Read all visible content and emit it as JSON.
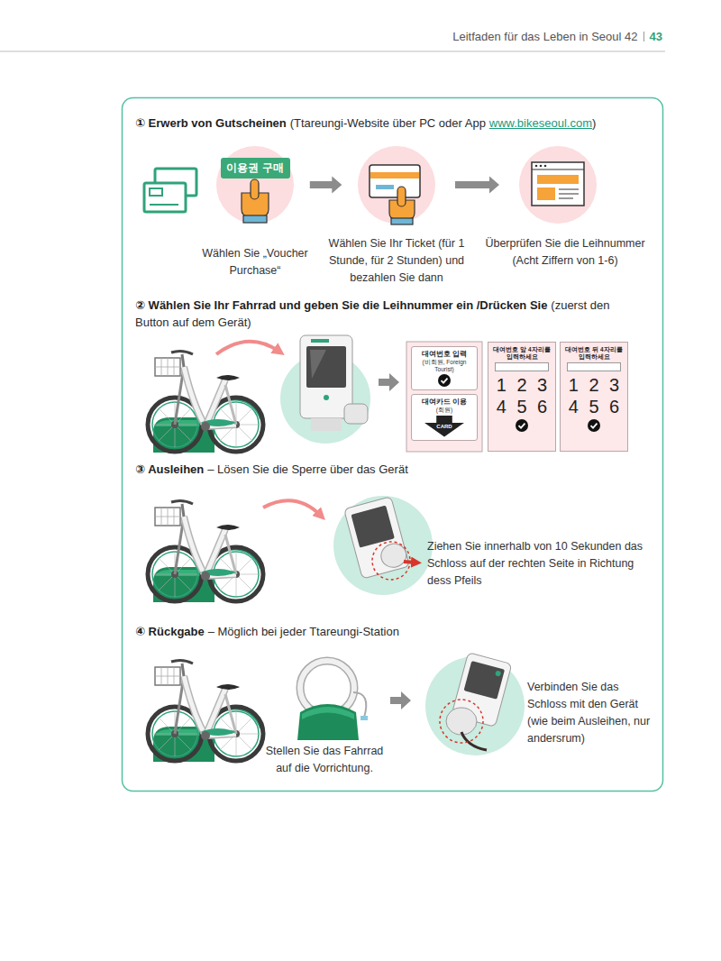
{
  "diagram": {
    "nodes": [
      {
        "text": [
          "이용권 구매",
          "Wählen Sie „Voucher Purchase“"
        ]
      },
      {
        "text": [
          "Wählen Sie Ihr Ticket (für 1 Stunde, für 2 Stunden) und bezahlen Sie dann"
        ]
      },
      {
        "text": [
          "Überprüfen Sie die Leihnummer (Acht Ziffern von 1-6)"
        ]
      },
      {
        "text": [
          "대여번호 입력",
          "(비회원, Foreign Tourist)"
        ]
      },
      {
        "text": [
          "대여카드 이용",
          "(회원)",
          "CARD"
        ]
      },
      {
        "text": [
          "대여번호 앞 4자리를 입력하세요",
          "1",
          "2",
          "3",
          "4",
          "5",
          "6"
        ]
      },
      {
        "text": [
          "대여번호 뒤 4자리를 입력하세요",
          "1",
          "2",
          "3",
          "4",
          "5",
          "6"
        ]
      }
    ],
    "edges": [
      {
        "from": 0,
        "to": 1,
        "arrow": "to"
      },
      {
        "from": 1,
        "to": 2,
        "arrow": "to"
      }
    ],
    "labels": [
      "Leitfaden für das Leben in Seoul 42",
      "43",
      "① Erwerb von Gutscheinen",
      "(Ttareungi-Website über PC oder App",
      "www.bikeseoul.com",
      ")",
      "② Wählen Sie Ihr Fahrrad und geben Sie die Leihnummer ein /Drücken Sie",
      "(zuerst den Button auf dem Gerät)",
      "③ Ausleihen",
      "– Lösen Sie die Sperre über das Gerät",
      "Ziehen Sie innerhalb von 10 Sekunden das Schloss auf der rechten Seite in Richtung dess Pfeils",
      "④ Rückgabe",
      "– Möglich bei jeder Ttareungi-Station",
      "Stellen Sie das Fahrrad auf die Vorrichtung.",
      "Verbinden Sie das Schloss mit den Gerät (wie beim Ausleihen, nur andersrum)"
    ]
  }
}
